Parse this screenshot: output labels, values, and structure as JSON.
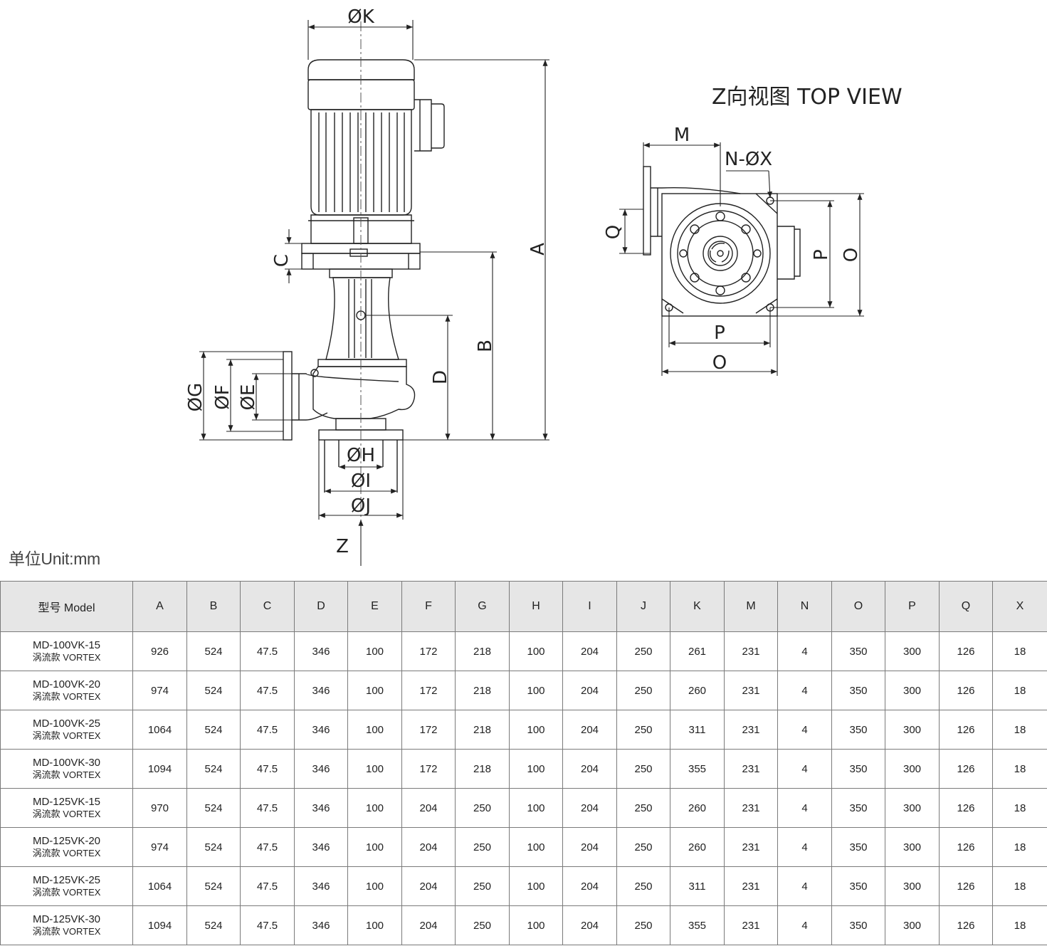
{
  "drawing": {
    "labels": {
      "dim_K": "ØK",
      "dim_A": "A",
      "dim_B": "B",
      "dim_C": "C",
      "dim_D": "D",
      "dim_E": "ØE",
      "dim_F": "ØF",
      "dim_G": "ØG",
      "dim_H": "ØH",
      "dim_I": "ØI",
      "dim_J": "ØJ",
      "z_arrow": "Z",
      "top_view_title": "Z向视图  TOP VIEW",
      "dim_M": "M",
      "dim_NX": "N-ØX",
      "dim_Q": "Q",
      "dim_P_vert": "P",
      "dim_O_vert": "O",
      "dim_P_horiz": "P",
      "dim_O_horiz": "O"
    }
  },
  "unit_label": "单位Unit:mm",
  "table": {
    "headers": [
      "型号 Model",
      "A",
      "B",
      "C",
      "D",
      "E",
      "F",
      "G",
      "H",
      "I",
      "J",
      "K",
      "M",
      "N",
      "O",
      "P",
      "Q",
      "X"
    ],
    "rows": [
      {
        "model": "MD-100VK-15",
        "sub": "涡流款 VORTEX",
        "values": [
          "926",
          "524",
          "47.5",
          "346",
          "100",
          "172",
          "218",
          "100",
          "204",
          "250",
          "261",
          "231",
          "4",
          "350",
          "300",
          "126",
          "18"
        ]
      },
      {
        "model": "MD-100VK-20",
        "sub": "涡流款 VORTEX",
        "values": [
          "974",
          "524",
          "47.5",
          "346",
          "100",
          "172",
          "218",
          "100",
          "204",
          "250",
          "260",
          "231",
          "4",
          "350",
          "300",
          "126",
          "18"
        ]
      },
      {
        "model": "MD-100VK-25",
        "sub": "涡流款 VORTEX",
        "values": [
          "1064",
          "524",
          "47.5",
          "346",
          "100",
          "172",
          "218",
          "100",
          "204",
          "250",
          "311",
          "231",
          "4",
          "350",
          "300",
          "126",
          "18"
        ]
      },
      {
        "model": "MD-100VK-30",
        "sub": "涡流款 VORTEX",
        "values": [
          "1094",
          "524",
          "47.5",
          "346",
          "100",
          "172",
          "218",
          "100",
          "204",
          "250",
          "355",
          "231",
          "4",
          "350",
          "300",
          "126",
          "18"
        ]
      },
      {
        "model": "MD-125VK-15",
        "sub": "涡流款 VORTEX",
        "values": [
          "970",
          "524",
          "47.5",
          "346",
          "100",
          "204",
          "250",
          "100",
          "204",
          "250",
          "260",
          "231",
          "4",
          "350",
          "300",
          "126",
          "18"
        ]
      },
      {
        "model": "MD-125VK-20",
        "sub": "涡流款 VORTEX",
        "values": [
          "974",
          "524",
          "47.5",
          "346",
          "100",
          "204",
          "250",
          "100",
          "204",
          "250",
          "260",
          "231",
          "4",
          "350",
          "300",
          "126",
          "18"
        ]
      },
      {
        "model": "MD-125VK-25",
        "sub": "涡流款 VORTEX",
        "values": [
          "1064",
          "524",
          "47.5",
          "346",
          "100",
          "204",
          "250",
          "100",
          "204",
          "250",
          "311",
          "231",
          "4",
          "350",
          "300",
          "126",
          "18"
        ]
      },
      {
        "model": "MD-125VK-30",
        "sub": "涡流款 VORTEX",
        "values": [
          "1094",
          "524",
          "47.5",
          "346",
          "100",
          "204",
          "250",
          "100",
          "204",
          "250",
          "355",
          "231",
          "4",
          "350",
          "300",
          "126",
          "18"
        ]
      }
    ]
  }
}
